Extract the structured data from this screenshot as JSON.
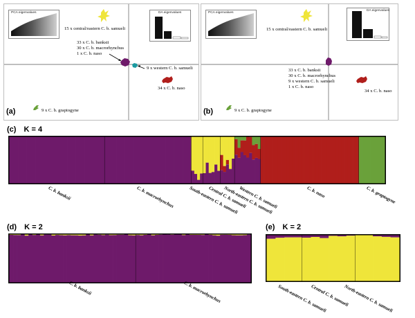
{
  "colors": {
    "purple": "#6e1a6a",
    "red": "#b01e1b",
    "yellow": "#efe53a",
    "green": "#6aa13a",
    "teal": "#1b9aa0",
    "black": "#000000"
  },
  "panel_a": {
    "tag": "(a)",
    "pca_title": "PCA eigenvalues",
    "da_title": "DA eigenvalues",
    "labels": {
      "central": "15 x central/eastern C. b. samueli",
      "mix1": "33 x C. b. banksii",
      "mix2": "30 x C. b. macrorhynchus",
      "mix3": "1 x C. b. naso",
      "western": "9 x western C. b. samueli",
      "naso": "34 x C. b. naso",
      "grapt": "9 x C. b. graptogyne"
    }
  },
  "panel_b": {
    "tag": "(b)",
    "pca_title": "PCA eigenvalues",
    "da_title": "DA eigenvalues",
    "labels": {
      "central": "15 x central/eastern C. b. samueli",
      "mix1": "33 x C. b. banksii",
      "mix2": "30 x C. b. macrorhynchus",
      "mix3": "9 x western C. b. samueli",
      "mix4": "1 x C. b. naso",
      "naso": "34 x C. b. naso",
      "grapt": "9 x C. b. graptogyne"
    }
  },
  "panel_c": {
    "tag": "(c)",
    "title": "K = 4",
    "groups": [
      "C. b. banksii",
      "C. b. macrorhynchus",
      "South-eastern C. b. samueli",
      "Central C. b. samueli",
      "North-eastern C. b. samueli",
      "Western C. b. samueli",
      "C. b. naso",
      "C. b. graptogyne"
    ]
  },
  "panel_d": {
    "tag": "(d)",
    "title": "K = 2",
    "groups": [
      "C. b. banksii",
      "C. b. macrorhynchus"
    ]
  },
  "panel_e": {
    "tag": "(e)",
    "title": "K = 2",
    "groups": [
      "South-eastern C. b. samueli",
      "Central C. b. samueli",
      "North-eastern C. b. samueli"
    ]
  },
  "chart_data": [
    {
      "type": "scatter",
      "panel": "a",
      "clusters": [
        {
          "label": "15 x central/eastern C. b. samueli",
          "color": "yellow"
        },
        {
          "label": "33 x C. b. banksii, 30 x C. b. macrorhynchus, 1 x C. b. naso",
          "color": "purple"
        },
        {
          "label": "9 x western C. b. samueli",
          "color": "teal"
        },
        {
          "label": "34 x C. b. naso",
          "color": "red"
        },
        {
          "label": "9 x C. b. graptogyne",
          "color": "green"
        }
      ],
      "insets": [
        {
          "title": "PCA eigenvalues",
          "type": "bar",
          "shape": "monotone rising, dark to light"
        },
        {
          "title": "DA eigenvalues",
          "type": "bar",
          "values": [
            1.0,
            0.32,
            0.08,
            0.05
          ]
        }
      ]
    },
    {
      "type": "scatter",
      "panel": "b",
      "clusters": [
        {
          "label": "15 x central/eastern C. b. samueli",
          "color": "yellow"
        },
        {
          "label": "33 x C. b. banksii, 30 x C. b. macrorhynchus, 9 x western C. b. samueli, 1 x C. b. naso",
          "color": "purple"
        },
        {
          "label": "34 x C. b. naso",
          "color": "red"
        },
        {
          "label": "9 x C. b. graptogyne",
          "color": "green"
        }
      ],
      "insets": [
        {
          "title": "PCA eigenvalues",
          "type": "bar",
          "shape": "monotone rising, dark to light"
        },
        {
          "title": "DA eigenvalues",
          "type": "bar",
          "values": [
            1.0,
            0.32,
            0.06,
            0.04
          ]
        }
      ]
    },
    {
      "type": "bar",
      "panel": "c",
      "stacked": true,
      "K": 4,
      "segments": [
        {
          "group": "C. b. banksii",
          "n": 33,
          "composition": {
            "purple": 1.0
          }
        },
        {
          "group": "C. b. macrorhynchus",
          "n": 30,
          "composition": {
            "purple": 1.0
          }
        },
        {
          "group": "South-eastern C. b. samueli",
          "n": 4,
          "composition": {
            "yellow": 0.8,
            "purple": 0.2
          }
        },
        {
          "group": "Central C. b. samueli",
          "n": 6,
          "composition": {
            "yellow": 0.7,
            "purple": 0.3
          }
        },
        {
          "group": "North-eastern C. b. samueli",
          "n": 5,
          "composition": {
            "yellow": 0.5,
            "red": 0.15,
            "purple": 0.35
          }
        },
        {
          "group": "Western C. b. samueli",
          "n": 9,
          "composition": {
            "green": 0.1,
            "red": 0.3,
            "purple": 0.6
          }
        },
        {
          "group": "C. b. naso",
          "n": 34,
          "composition": {
            "red": 1.0
          }
        },
        {
          "group": "C. b. graptogyne",
          "n": 9,
          "composition": {
            "green": 1.0
          }
        }
      ]
    },
    {
      "type": "bar",
      "panel": "d",
      "stacked": true,
      "K": 2,
      "segments": [
        {
          "group": "C. b. banksii",
          "n": 33,
          "composition": {
            "purple": 0.99,
            "yellow": 0.01
          }
        },
        {
          "group": "C. b. macrorhynchus",
          "n": 30,
          "composition": {
            "purple": 0.99,
            "yellow": 0.01
          }
        }
      ]
    },
    {
      "type": "bar",
      "panel": "e",
      "stacked": true,
      "K": 2,
      "segments": [
        {
          "group": "South-eastern C. b. samueli",
          "n": 4,
          "composition": {
            "yellow": 0.93,
            "purple": 0.07
          }
        },
        {
          "group": "Central C. b. samueli",
          "n": 6,
          "composition": {
            "yellow": 0.97,
            "purple": 0.03
          }
        },
        {
          "group": "North-eastern C. b. samueli",
          "n": 5,
          "composition": {
            "yellow": 0.97,
            "purple": 0.03
          }
        }
      ]
    }
  ]
}
